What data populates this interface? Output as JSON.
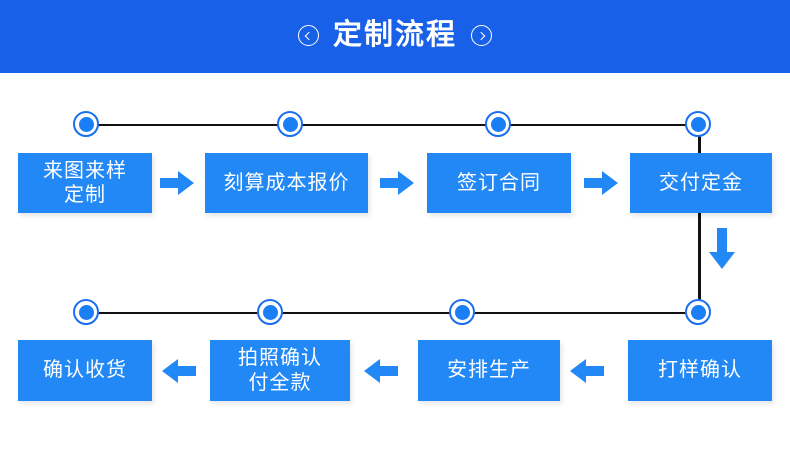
{
  "header": {
    "title": "定制流程",
    "left_icon": "circled-chevron-left-icon",
    "right_icon": "circled-chevron-right-icon",
    "background_color": "#1860e8",
    "text_color": "#ffffff"
  },
  "theme": {
    "box_blue": "#2288f5",
    "node_blue": "#1a7ef5",
    "arrow_blue": "#2288f5",
    "rail_black": "#111111",
    "page_background": "#ffffff"
  },
  "flow": {
    "row1_direction": "left-to-right",
    "row2_direction": "right-to-left",
    "steps": [
      {
        "index": 1,
        "label": "来图来样\n定制",
        "row": 1
      },
      {
        "index": 2,
        "label": "刻算成本报价",
        "row": 1
      },
      {
        "index": 3,
        "label": "签订合同",
        "row": 1
      },
      {
        "index": 4,
        "label": "交付定金",
        "row": 1
      },
      {
        "index": 5,
        "label": "打样确认",
        "row": 2
      },
      {
        "index": 6,
        "label": "安排生产",
        "row": 2
      },
      {
        "index": 7,
        "label": "拍照确认\n付全款",
        "row": 2
      },
      {
        "index": 8,
        "label": "确认收货",
        "row": 2
      }
    ],
    "connectors": {
      "row1_arrows": [
        "arrow-right-icon",
        "arrow-right-icon",
        "arrow-right-icon"
      ],
      "row_link_arrow": "arrow-down-icon",
      "row2_arrows": [
        "arrow-left-icon",
        "arrow-left-icon",
        "arrow-left-icon"
      ]
    }
  }
}
